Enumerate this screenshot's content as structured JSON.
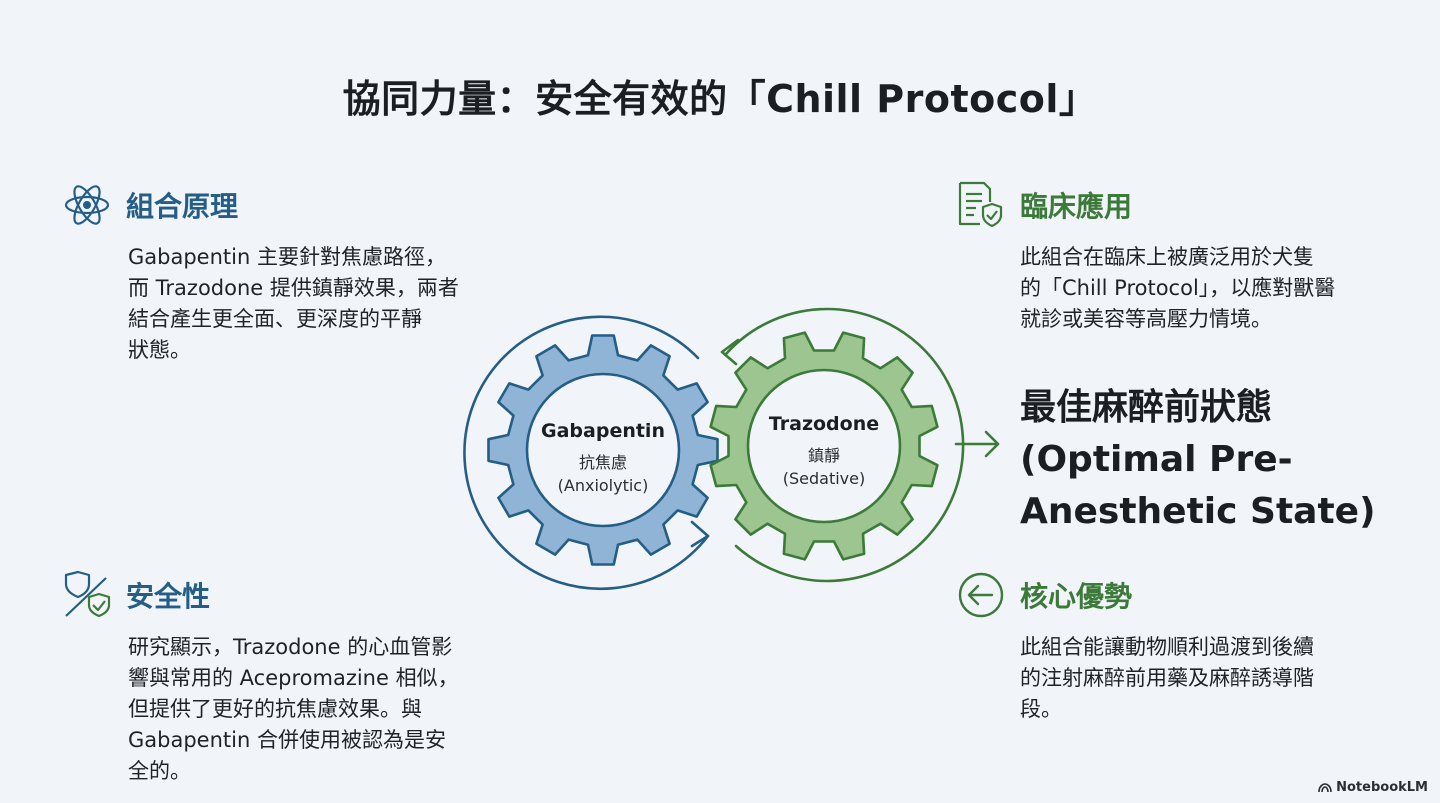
{
  "title": "協同力量：安全有效的「Chill Protocol」",
  "cards": {
    "top_left": {
      "heading": "組合原理",
      "body": "Gabapentin 主要針對焦慮路徑，\n而 Trazodone 提供鎮靜效果，兩者\n結合產生更全面、更深度的平靜\n狀態。",
      "icon": "atom-icon"
    },
    "bottom_left": {
      "heading": "安全性",
      "body": "研究顯示，Trazodone 的心血管影\n響與常用的 Acepromazine 相似，\n但提供了更好的抗焦慮效果。與\nGabapentin 合併使用被認為是安\n全的。",
      "icon": "shield-check-icon"
    },
    "top_right": {
      "heading": "臨床應用",
      "body": "此組合在臨床上被廣泛用於犬隻\n的「Chill Protocol」，以應對獸醫\n就診或美容等高壓力情境。",
      "icon": "document-shield-icon"
    },
    "bottom_right": {
      "heading": "核心優勢",
      "body": "此組合能讓動物順利過渡到後續\n的注射麻醉前用藥及麻醉誘導階\n段。",
      "icon": "arrow-circle-left-icon"
    }
  },
  "gears": {
    "left": {
      "name": "Gabapentin",
      "sub1": "抗焦慮",
      "sub2": "(Anxiolytic)"
    },
    "right": {
      "name": "Trazodone",
      "sub1": "鎮靜",
      "sub2": "(Sedative)"
    }
  },
  "result": "最佳麻醉前狀態\n(Optimal Pre-\nAnesthetic State)",
  "brand": "NotebookLM",
  "colors": {
    "blue": "#245e86",
    "blue_fill": "#8fb4d6",
    "green": "#3c7a3a",
    "green_fill": "#9cc58f",
    "background": "#f1f4f8"
  }
}
